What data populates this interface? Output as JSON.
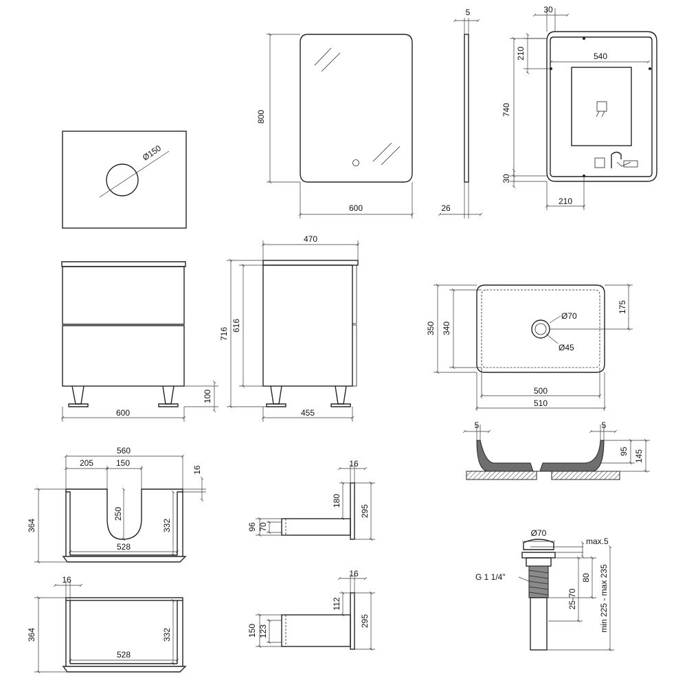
{
  "dimensions": {
    "mirror": {
      "width": "600",
      "height": "800",
      "thickness_top": "5",
      "depth": "26"
    },
    "mirror_back": {
      "offset_x": "30",
      "mount_height": "210",
      "inner_width": "540",
      "inner_height": "740",
      "bottom_offset": "30",
      "mount_width": "210"
    },
    "countertop": {
      "hole": "Ø150"
    },
    "cabinet_front": {
      "width": "600",
      "leg_height": "100"
    },
    "cabinet_side": {
      "top_depth": "470",
      "height": "716",
      "body_height": "616",
      "depth": "455"
    },
    "basin_top": {
      "outer_height": "350",
      "inner_height": "340",
      "drain_offset": "175",
      "drain_outer": "Ø70",
      "drain_inner": "Ø45",
      "inner_width": "500",
      "outer_width": "510"
    },
    "basin_section": {
      "rim_left": "5",
      "rim_right": "5",
      "inner_depth": "95",
      "total_height": "145"
    },
    "drawer_top": {
      "total_width": "560",
      "left_offset": "205",
      "cutout_width": "150",
      "thickness": "16",
      "height": "364",
      "cutout_depth": "250",
      "inner_height": "332",
      "inner_width": "528"
    },
    "drawer_bottom": {
      "thickness": "16",
      "height": "364",
      "inner_height": "332",
      "inner_width": "528"
    },
    "bracket_top": {
      "thickness": "16",
      "upper": "180",
      "height": "295",
      "outer": "96",
      "inner": "70"
    },
    "bracket_bottom": {
      "thickness": "16",
      "upper": "112",
      "height": "295",
      "outer": "150",
      "inner": "123"
    },
    "drain": {
      "cap": "Ø70",
      "gap": "max.5",
      "thread": "G 1 1/4\"",
      "head": "80",
      "range": "25-70",
      "length": "min 225 - max 235"
    }
  }
}
